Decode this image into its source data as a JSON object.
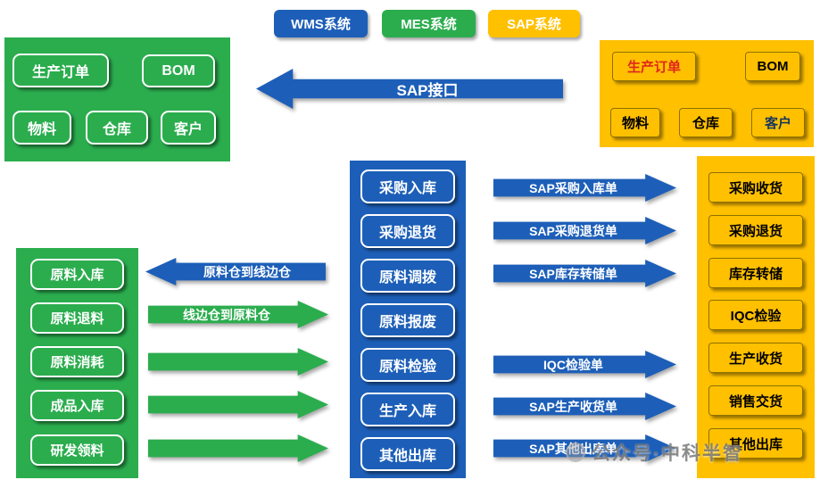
{
  "legend": {
    "wms": "WMS系统",
    "mes": "MES系统",
    "sap": "SAP系统"
  },
  "sap_interface_arrow": {
    "label": "SAP接口"
  },
  "mes_master_panel": {
    "items": [
      "生产订单",
      "BOM",
      "物料",
      "仓库",
      "客户"
    ]
  },
  "sap_master_panel": {
    "items": [
      "生产订单",
      "BOM",
      "物料",
      "仓库",
      "客户"
    ]
  },
  "wms_doc_panel": {
    "items": [
      "采购入库",
      "采购退货",
      "原料调拨",
      "原料报废",
      "原料检验",
      "生产入库",
      "其他出库"
    ]
  },
  "sap_doc_panel": {
    "items": [
      "采购收货",
      "采购退货",
      "库存转储",
      "IQC检验",
      "生产收货",
      "销售交货",
      "其他出库"
    ]
  },
  "mes_flow_panel": {
    "items": [
      "原料入库",
      "原料退料",
      "原料消耗",
      "成品入库",
      "研发领料"
    ]
  },
  "left_arrows": {
    "to_line_side": "原料仓到线边仓",
    "to_raw_store": "线边仓到原料仓"
  },
  "doc_arrows": [
    "SAP采购入库单",
    "SAP采购退货单",
    "SAP库存转储单",
    "IQC检验单",
    "SAP生产收货单",
    "SAP其他出库单"
  ],
  "watermark": "公众号·中科半智",
  "colors": {
    "wms_blue": "#1D5FB8",
    "mes_green": "#2BAD4E",
    "sap_yellow": "#FFC000",
    "accent_red": "#E0261C",
    "accent_navy": "#17375E"
  }
}
